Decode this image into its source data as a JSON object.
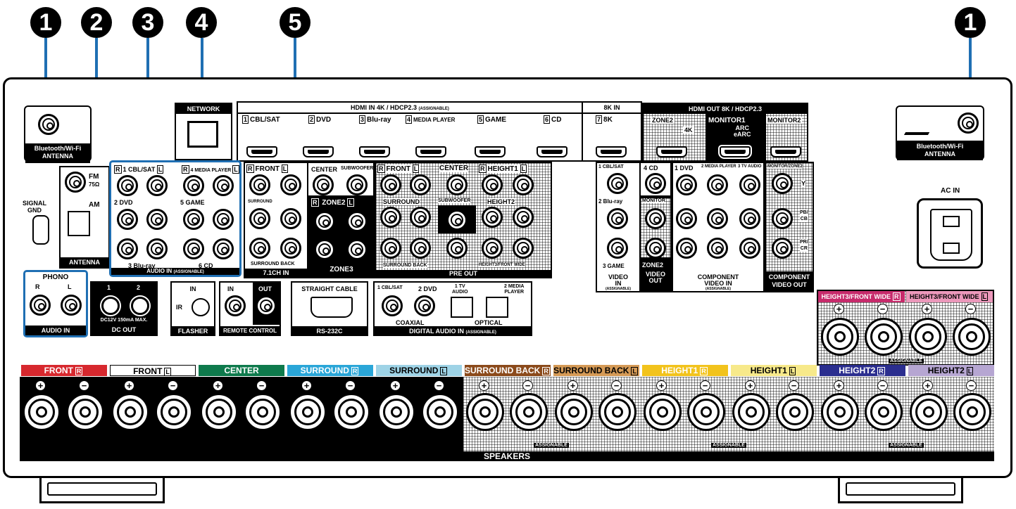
{
  "callouts": [
    "1",
    "2",
    "3",
    "4",
    "5",
    "1"
  ],
  "antenna": {
    "bt_wifi": "Bluetooth/Wi-Fi\nANTENNA",
    "fm": "FM",
    "fm_ohm": "75Ω",
    "am": "AM",
    "section": "ANTENNA",
    "signal_gnd": "SIGNAL\nGND"
  },
  "phono": {
    "title": "PHONO",
    "r": "R",
    "l": "L",
    "section": "AUDIO IN"
  },
  "dc_out": {
    "n1": "1",
    "n2": "2",
    "spec": "DC12V 150mA MAX.",
    "section": "DC OUT"
  },
  "flasher": {
    "in": "IN",
    "ir": "IR",
    "section": "FLASHER"
  },
  "remote": {
    "in": "IN",
    "out": "OUT",
    "section": "REMOTE CONTROL"
  },
  "rs232": {
    "top": "STRAIGHT CABLE",
    "section": "RS-232C"
  },
  "network": {
    "label": "NETWORK"
  },
  "audio_in": {
    "labels": [
      "1 CBL/SAT",
      "4 MEDIA PLAYER",
      "2 DVD",
      "5 GAME",
      "3 Blu-ray",
      "6 CD"
    ],
    "r": "R",
    "l": "L",
    "section": "AUDIO IN",
    "assignable": "(ASSIGNABLE)"
  },
  "ch71_in": {
    "front": "FRONT",
    "center": "CENTER",
    "subwoofer": "SUBWOOFER",
    "surround": "SURROUND",
    "surround_back": "SURROUND BACK",
    "section": "7.1CH IN",
    "r": "R",
    "l": "L"
  },
  "zone": {
    "zone2": "ZONE2",
    "zone3": "ZONE3",
    "r": "R",
    "l": "L"
  },
  "pre_out": {
    "front": "FRONT",
    "center": "CENTER",
    "height1": "HEIGHT1",
    "surround": "SURROUND",
    "subwoofer": "SUBWOOFER",
    "height2": "HEIGHT2",
    "surround_back": "SURROUND BACK",
    "height3": "HEIGHT3/FRONT WIDE",
    "section": "PRE OUT",
    "r": "R",
    "l": "L"
  },
  "hdmi_in": {
    "title": "HDMI IN  4K / HDCP2.3",
    "assignable": "(ASSIGNABLE)",
    "nums": [
      "1",
      "2",
      "3",
      "4",
      "5",
      "6"
    ],
    "inputs": [
      "CBL/SAT",
      "DVD",
      "Blu-ray",
      "MEDIA PLAYER",
      "GAME",
      "CD"
    ],
    "in8k_title": "8K  IN",
    "in8k_num": "7",
    "in8k_label": "8K"
  },
  "hdmi_out": {
    "title": "HDMI OUT  8K / HDCP2.3",
    "zone2": "ZONE2",
    "k4": "4K",
    "monitor1": "MONITOR1",
    "arc": "ARC\neARC",
    "monitor2": "MONITOR2"
  },
  "video": {
    "labels": [
      "1 CBL/SAT",
      "4 CD",
      "2 Blu-ray",
      "3 GAME"
    ],
    "monitor": "MONITOR",
    "zone2": "ZONE2",
    "video_in": "VIDEO\nIN",
    "assignable": "(ASSIGNABLE)",
    "video_out": "VIDEO\nOUT",
    "comp_labels": [
      "1 DVD",
      "2 MEDIA PLAYER",
      "3 TV AUDIO"
    ],
    "comp_in": "COMPONENT\nVIDEO IN",
    "comp_in_sub": "(ASSIGNABLE)",
    "monzone": "MONITOR/ZONE2",
    "y": "Y",
    "pb": "PB/\nCB",
    "pr": "PR/\nCR",
    "comp_out": "COMPONENT\nVIDEO OUT"
  },
  "digital": {
    "c1": "1 CBL/SAT",
    "c2": "2 DVD",
    "o1": "1 TV\nAUDIO",
    "o2": "2 MEDIA\nPLAYER",
    "coaxial": "COAXIAL",
    "optical": "OPTICAL",
    "section": "DIGITAL AUDIO IN",
    "assignable": "(ASSIGNABLE)"
  },
  "ac_in": {
    "label": "AC IN"
  },
  "speakers": {
    "section": "SPEAKERS",
    "assignable": "ASSIGNABLE",
    "plus": "+",
    "minus": "−",
    "channels": [
      {
        "name": "FRONT",
        "side": "R",
        "color": "#d7282e"
      },
      {
        "name": "FRONT",
        "side": "L",
        "color": "#ffffff"
      },
      {
        "name": "CENTER",
        "side": "",
        "color": "#0e7a4c"
      },
      {
        "name": "SURROUND",
        "side": "R",
        "color": "#2aa6d8"
      },
      {
        "name": "SURROUND",
        "side": "L",
        "color": "#9ed3e6"
      },
      {
        "name": "SURROUND BACK",
        "side": "R",
        "color": "#8b4a1b"
      },
      {
        "name": "SURROUND BACK",
        "side": "L",
        "color": "#d59a56"
      },
      {
        "name": "HEIGHT1",
        "side": "R",
        "color": "#f2c31c"
      },
      {
        "name": "HEIGHT1",
        "side": "L",
        "color": "#f7e98a"
      },
      {
        "name": "HEIGHT2",
        "side": "R",
        "color": "#2b2e8f"
      },
      {
        "name": "HEIGHT2",
        "side": "L",
        "color": "#b6a6d2"
      }
    ],
    "height3": [
      {
        "name": "HEIGHT3/FRONT WIDE",
        "side": "R",
        "color": "#c72a6b"
      },
      {
        "name": "HEIGHT3/FRONT WIDE",
        "side": "L",
        "color": "#ec98bb"
      }
    ]
  }
}
